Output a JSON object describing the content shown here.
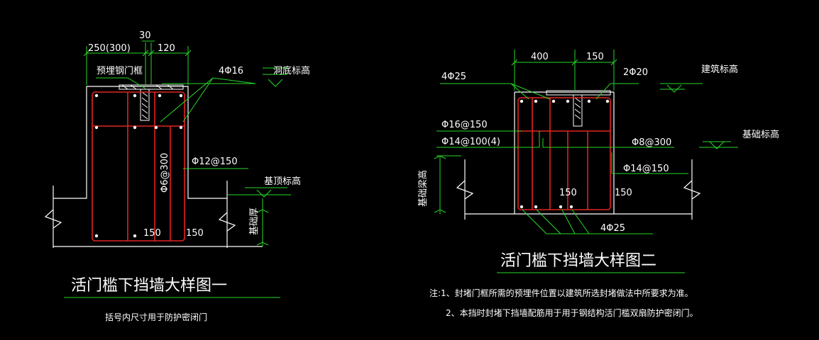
{
  "drawing1": {
    "title": "活门槛下挡墙大样图一",
    "subtitle": "括号内尺寸用于防护密闭门",
    "dim_250_300": "250(300)",
    "dim_120": "120",
    "dim_30": "30",
    "label_embedded_plate": "预埋钢门框",
    "label_4phi16": "4Φ16",
    "label_hole_bottom_elev": "洞底标高",
    "label_phi12_150": "Φ12@150",
    "label_phi6_300": "Φ6@300",
    "label_base_top_elev": "基顶标高",
    "label_base_thickness": "基础厚",
    "label_150_left": "150",
    "label_150_right": "150"
  },
  "drawing2": {
    "title": "活门槛下挡墙大样图二",
    "dim_400": "400",
    "dim_150": "150",
    "label_4phi25_top": "4Φ25",
    "label_2phi20": "2Φ20",
    "label_arch_elev": "建筑标高",
    "label_phi16_150": "Φ16@150",
    "label_phi14_100_4": "Φ14@100(4)",
    "label_phi8_300": "Φ8@300",
    "label_base_elev": "基础标高",
    "label_phi14_150": "Φ14@150",
    "label_base_beam_height": "基础梁高",
    "label_150_a": "150",
    "label_150_b": "150",
    "label_4phi25_bottom": "4Φ25"
  },
  "notes": {
    "line1": "注:1、封堵门框所需的预埋件位置以建筑所选封堵做法中所要求为准。",
    "line2": "2、本挡时封堵下挡墙配筋用于用于钢结构活门槛双扇防护密闭门。"
  },
  "colors": {
    "background": "#000000",
    "concrete": "#ffffff",
    "rebar": "#e02424",
    "dimension": "#27d827",
    "steel": "#ffffff",
    "text": "#ffffff"
  }
}
